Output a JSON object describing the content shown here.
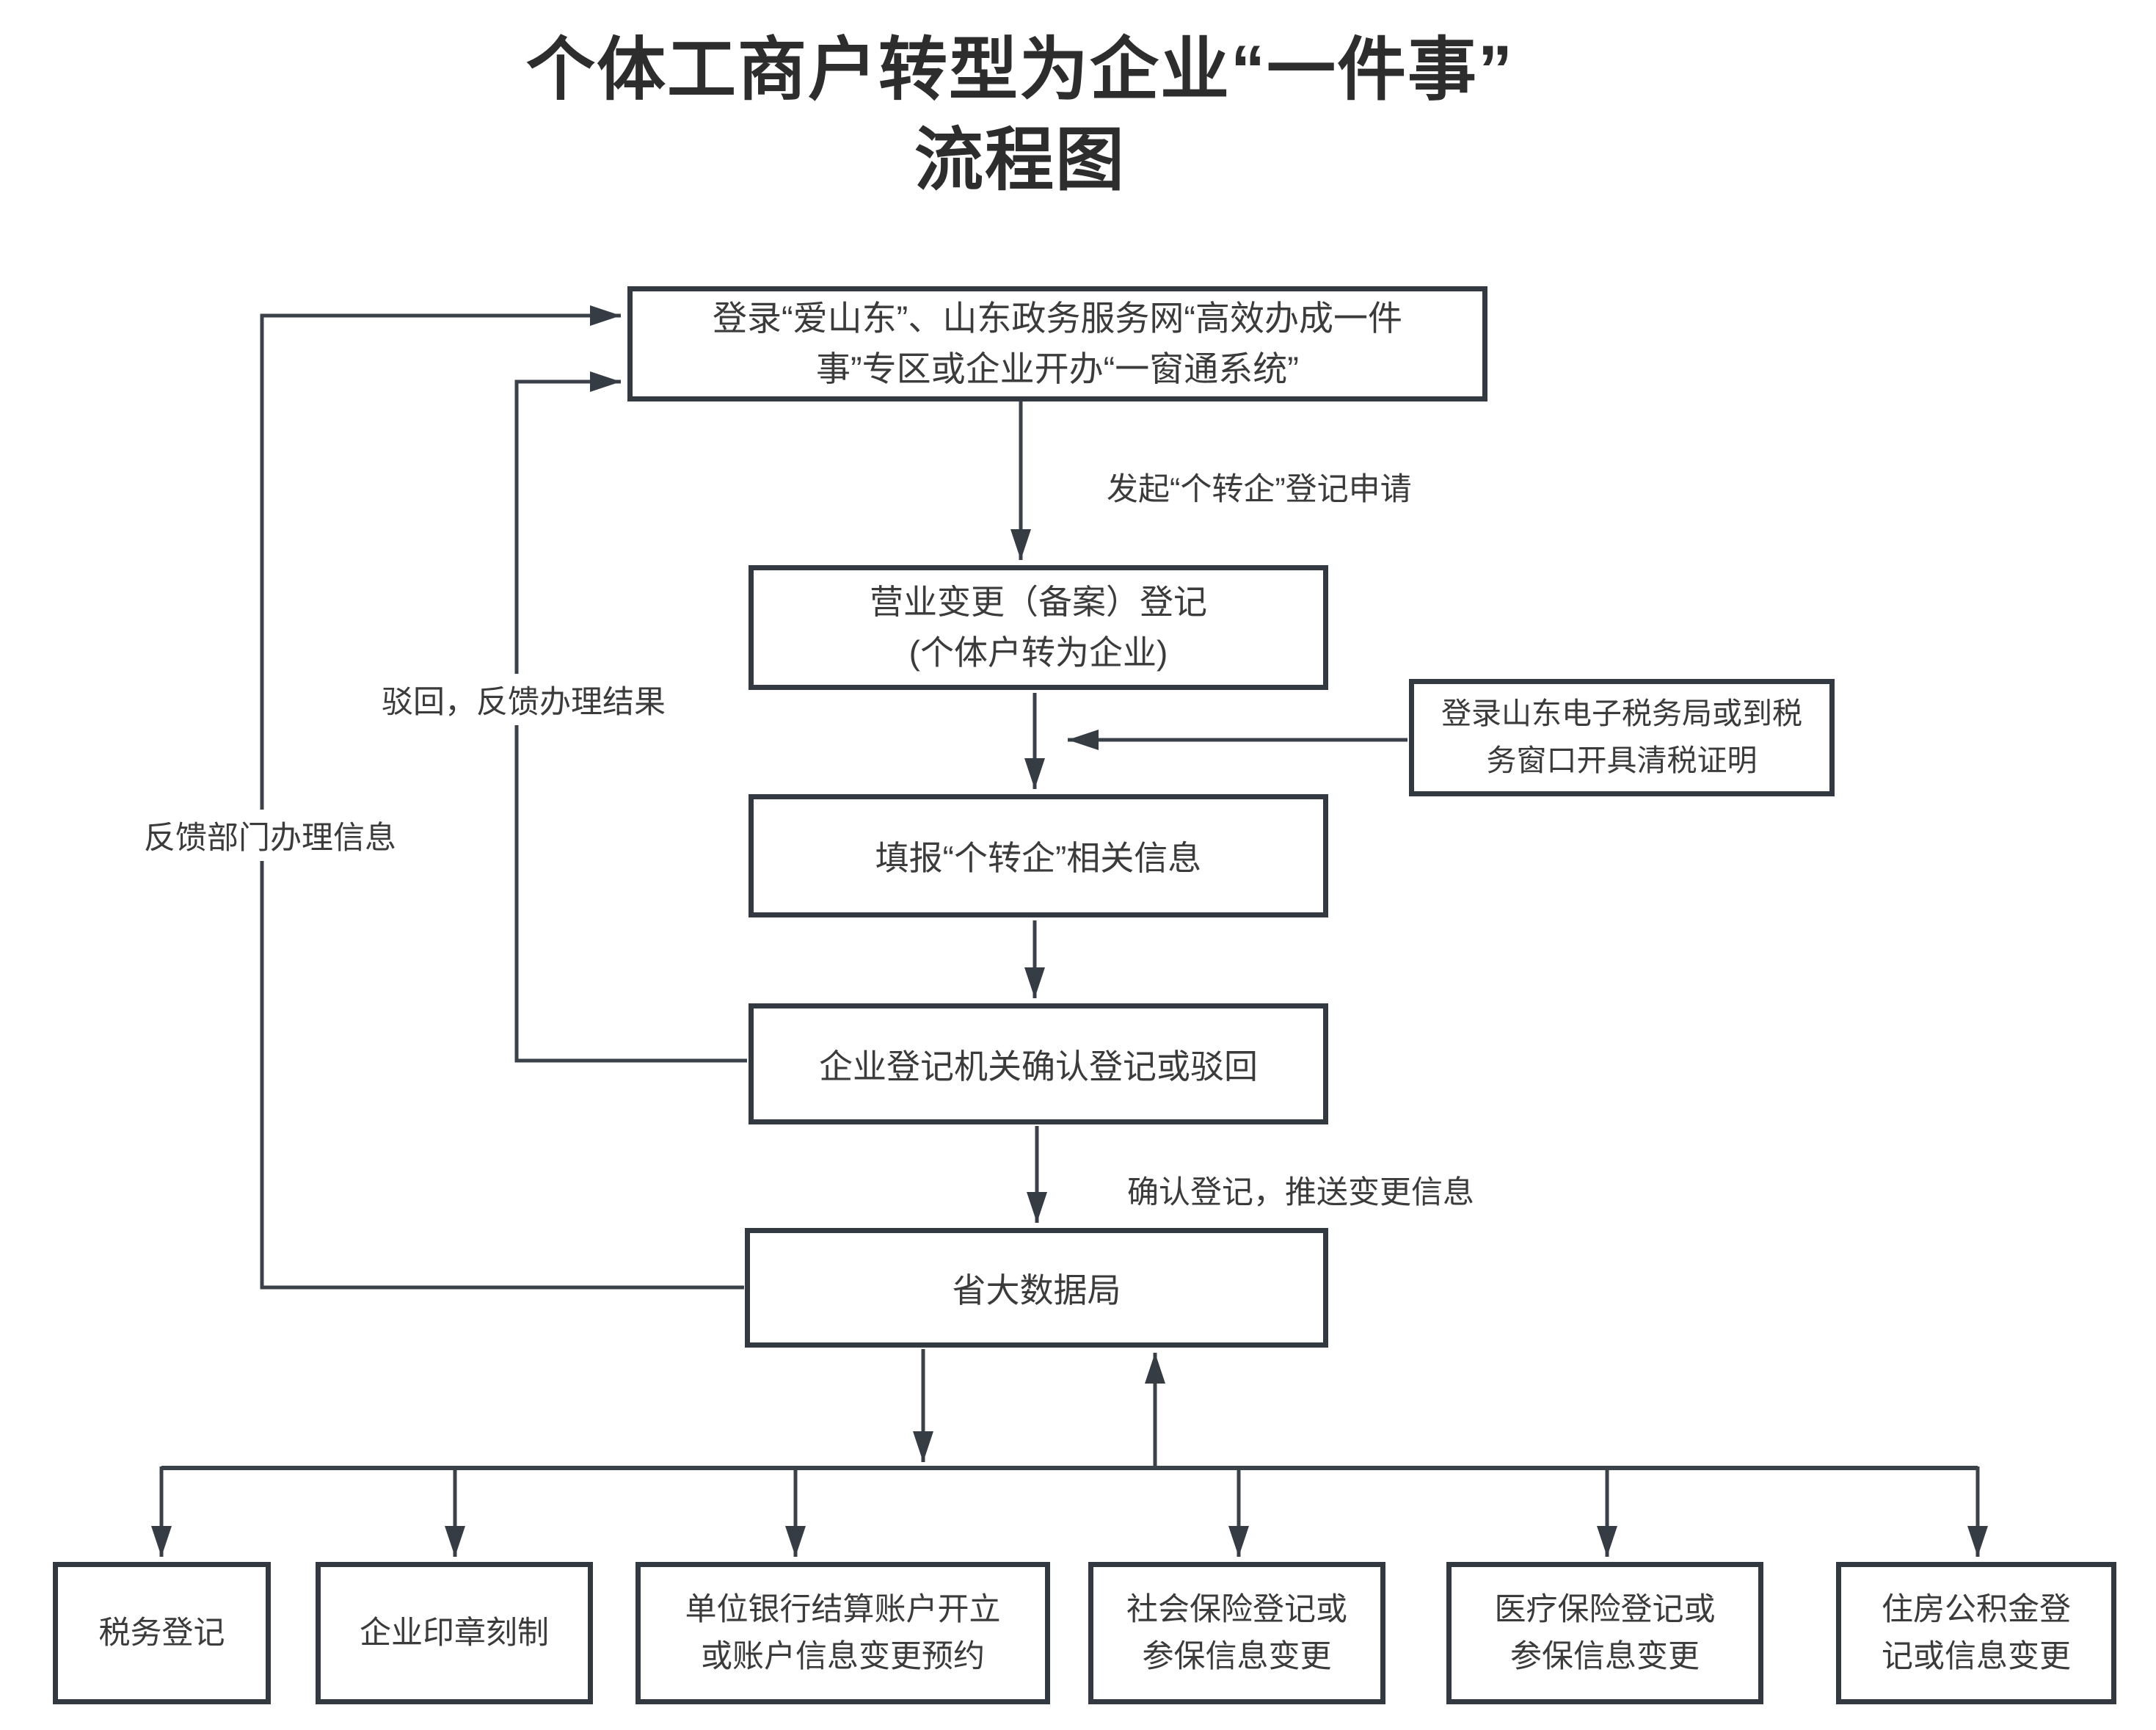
{
  "title": {
    "line1": "个体工商户转型为企业“一件事”",
    "line2": "流程图"
  },
  "nodes": {
    "login": {
      "label": "登录“爱山东”、山东政务服务网“高效办成一件\n事”专区或企业开办“一窗通系统”"
    },
    "biz_change": {
      "label": "营业变更（备案）登记\n(个体户转为企业)"
    },
    "tax_clearance": {
      "label": "登录山东电子税务局或到税\n务窗口开具清税证明"
    },
    "fill_info": {
      "label": "填报“个转企”相关信息"
    },
    "registry_confirm": {
      "label": "企业登记机关确认登记或驳回"
    },
    "big_data_bureau": {
      "label": "省大数据局"
    },
    "tax_registration": {
      "label": "税务登记"
    },
    "seal_making": {
      "label": "企业印章刻制"
    },
    "bank_account": {
      "label": "单位银行结算账户开立\n或账户信息变更预约"
    },
    "social_insurance": {
      "label": "社会保险登记或\n参保信息变更"
    },
    "medical_insurance": {
      "label": "医疗保险登记或\n参保信息变更"
    },
    "housing_fund": {
      "label": "住房公积金登\n记或信息变更"
    }
  },
  "edge_labels": {
    "initiate": "发起“个转企”登记申请",
    "confirm_push": "确认登记，推送变更信息",
    "reject_feedback": "驳回，反馈办理结果",
    "dept_feedback": "反馈部门办理信息"
  },
  "colors": {
    "line": "#3b4148",
    "border": "#333940",
    "text": "#3b3b3b",
    "background": "#ffffff"
  }
}
